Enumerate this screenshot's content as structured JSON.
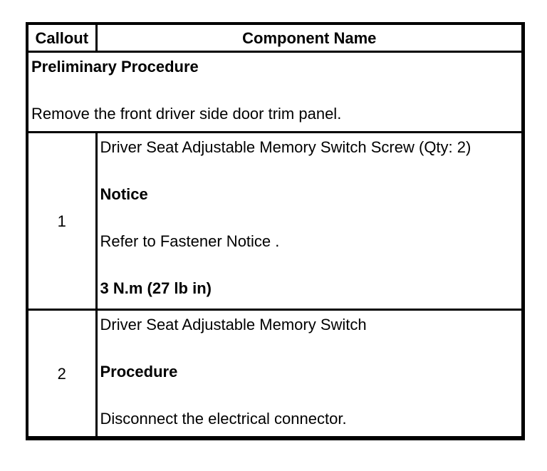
{
  "page": {
    "background_color": "#ffffff",
    "text_color": "#000000",
    "border_color": "#000000"
  },
  "table": {
    "header": {
      "callout_label": "Callout",
      "component_label": "Component Name"
    },
    "preliminary": {
      "title": "Preliminary Procedure",
      "instruction": "Remove the front driver side door trim panel."
    },
    "rows": [
      {
        "callout": "1",
        "component": "Driver Seat Adjustable Memory Switch Screw (Qty: 2)",
        "notice_label": "Notice",
        "notice_text": "Refer to Fastener Notice .",
        "torque": "3 N.m (27 lb in)"
      },
      {
        "callout": "2",
        "component": "Driver Seat Adjustable Memory Switch",
        "procedure_label": "Procedure",
        "procedure_text": "Disconnect the electrical connector."
      }
    ]
  }
}
